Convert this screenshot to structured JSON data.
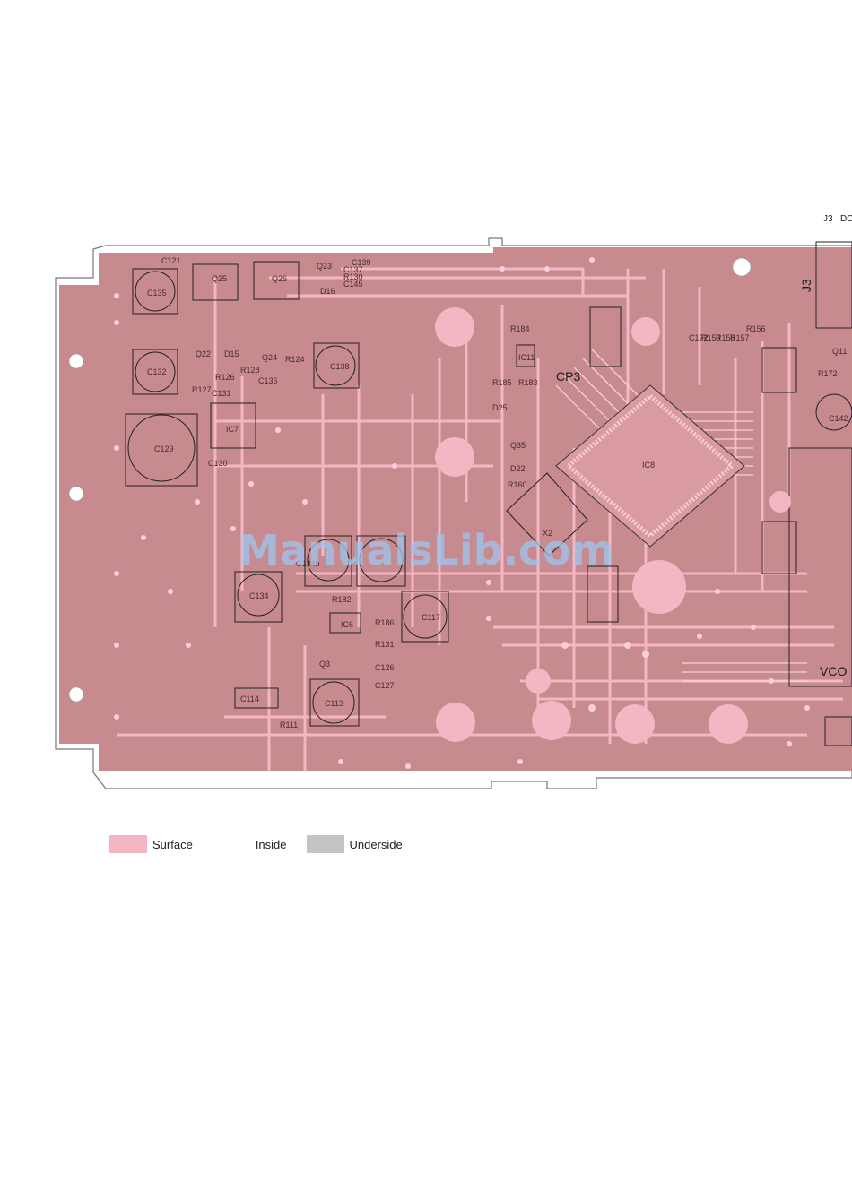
{
  "watermark": "ManualsLib.com",
  "header": {
    "connector": "J3",
    "connector_suffix": "DC"
  },
  "board_labels": {
    "cp3": "CP3",
    "ic8": "IC8",
    "vco": "VCO",
    "j3": "J3",
    "x2": "X2",
    "ic6": "IC6",
    "ic11": "IC11",
    "ic7": "IC7"
  },
  "components": [
    "C121",
    "C135",
    "C132",
    "C129",
    "C130",
    "C138",
    "C134",
    "C113",
    "C114",
    "C117",
    "C127",
    "C126",
    "C137",
    "C145",
    "C131",
    "C136",
    "C139",
    "C134b",
    "C142",
    "C172",
    "Q25",
    "Q26",
    "Q22",
    "Q24",
    "Q23",
    "Q11",
    "Q35",
    "Q3",
    "D16",
    "D15",
    "D22",
    "D25",
    "R126",
    "R128",
    "R127",
    "R124",
    "R130",
    "R182",
    "R183",
    "R131",
    "R111",
    "R184",
    "R185",
    "R186",
    "R160",
    "R159",
    "R158",
    "R157",
    "R156",
    "R172"
  ],
  "legend": [
    {
      "label": "Surface",
      "color": "#f4b6c2"
    },
    {
      "label": "Inside",
      "color": "#ffffff"
    },
    {
      "label": "Underside",
      "color": "#c4c4c4"
    }
  ],
  "colors": {
    "board": "#c68a8f",
    "surface": "#f4b6c2",
    "outline": "#777777"
  }
}
